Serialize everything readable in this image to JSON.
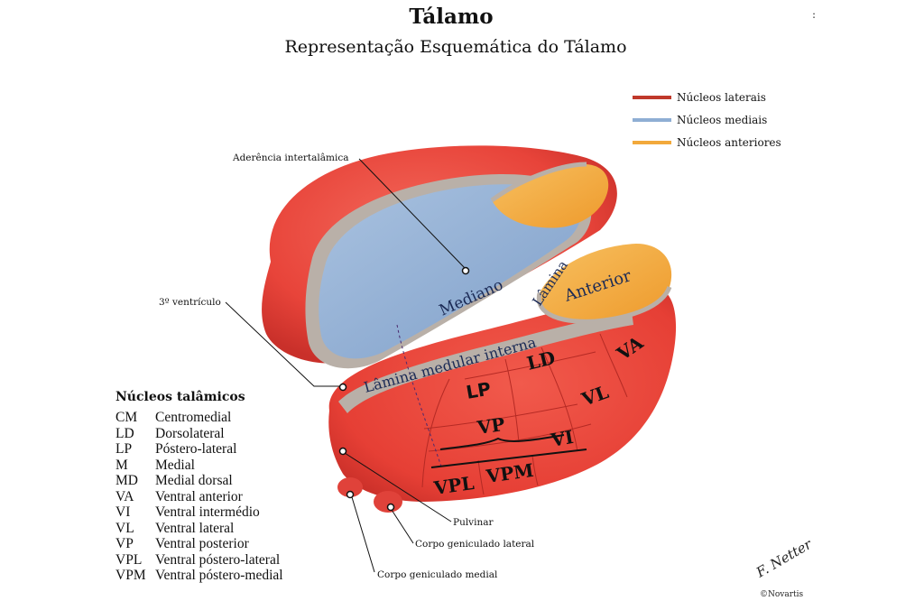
{
  "header": {
    "title": "Tálamo",
    "subtitle": "Representação Esquemática do Tálamo"
  },
  "legend": {
    "items": [
      {
        "label": "Núcleos laterais",
        "color": "#c0392b"
      },
      {
        "label": "Núcleos mediais",
        "color": "#8faed4"
      },
      {
        "label": "Núcleos anteriores",
        "color": "#f2a93b"
      }
    ]
  },
  "colors": {
    "lateral": "#e8443a",
    "medial": "#8faed4",
    "anterior": "#f2a93b",
    "lamina": "#b9b0a8"
  },
  "region_labels": {
    "mediano": "Mediano",
    "lamina": "Lâmina",
    "anterior": "Anterior",
    "lamina_medular": "Lâmina medular interna",
    "lp": "LP",
    "ld": "LD",
    "va": "VA",
    "vl": "VL",
    "vp": "VP",
    "vi": "VI",
    "vpl": "VPL",
    "vpm": "VPM"
  },
  "callouts": {
    "aderencia": "Aderência intertalâmica",
    "ventriculo": "3º ventrículo",
    "pulvinar": "Pulvinar",
    "geniculado_lateral": "Corpo geniculado lateral",
    "geniculado_medial": "Corpo geniculado medial"
  },
  "nuclei_list": {
    "title": "Núcleos talâmicos",
    "items": [
      {
        "code": "CM",
        "name": "Centromedial"
      },
      {
        "code": "LD",
        "name": "Dorsolateral"
      },
      {
        "code": "LP",
        "name": "Póstero-lateral"
      },
      {
        "code": "M",
        "name": "Medial"
      },
      {
        "code": "MD",
        "name": "Medial dorsal"
      },
      {
        "code": "VA",
        "name": "Ventral anterior"
      },
      {
        "code": "VI",
        "name": "Ventral intermédio"
      },
      {
        "code": "VL",
        "name": "Ventral lateral"
      },
      {
        "code": "VP",
        "name": "Ventral posterior"
      },
      {
        "code": "VPL",
        "name": "Ventral póstero-lateral"
      },
      {
        "code": "VPM",
        "name": "Ventral póstero-medial"
      }
    ]
  },
  "credit": {
    "signature": "F. Netter",
    "copyright": "©Novartis"
  }
}
